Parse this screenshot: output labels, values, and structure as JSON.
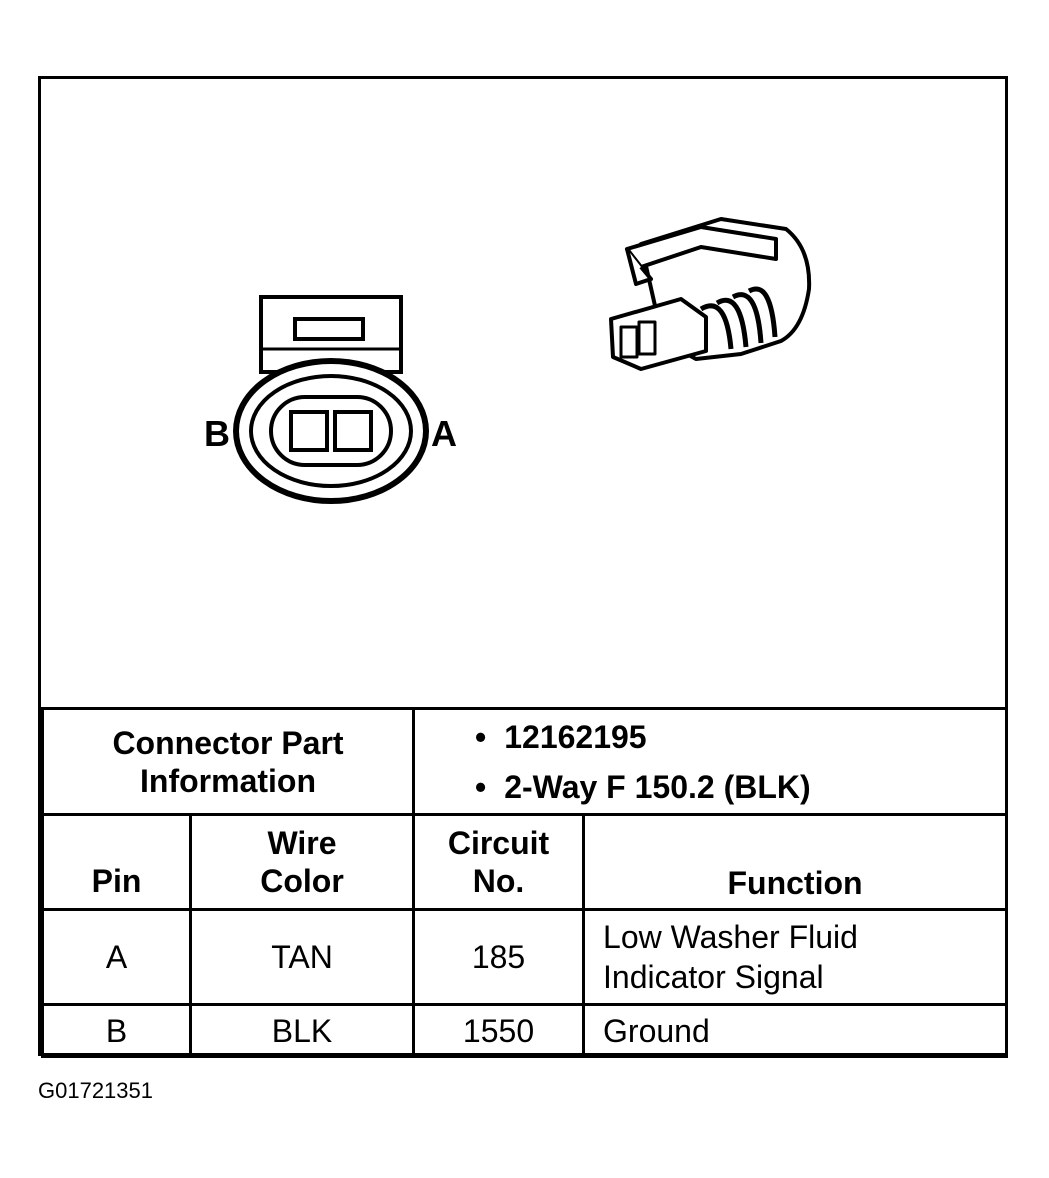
{
  "diagram": {
    "pin_label_left": "B",
    "pin_label_right": "A"
  },
  "connector_info": {
    "label_line1": "Connector Part",
    "label_line2": "Information",
    "items": [
      "12162195",
      "2-Way F 150.2 (BLK)"
    ]
  },
  "columns": {
    "pin": "Pin",
    "wire_color_line1": "Wire",
    "wire_color_line2": "Color",
    "circuit_line1": "Circuit",
    "circuit_line2": "No.",
    "function": "Function"
  },
  "rows": [
    {
      "pin": "A",
      "wire_color": "TAN",
      "circuit": "185",
      "function_line1": "Low Washer Fluid",
      "function_line2": "Indicator Signal"
    },
    {
      "pin": "B",
      "wire_color": "BLK",
      "circuit": "1550",
      "function_line1": "Ground",
      "function_line2": ""
    }
  ],
  "figure_id": "G01721351"
}
